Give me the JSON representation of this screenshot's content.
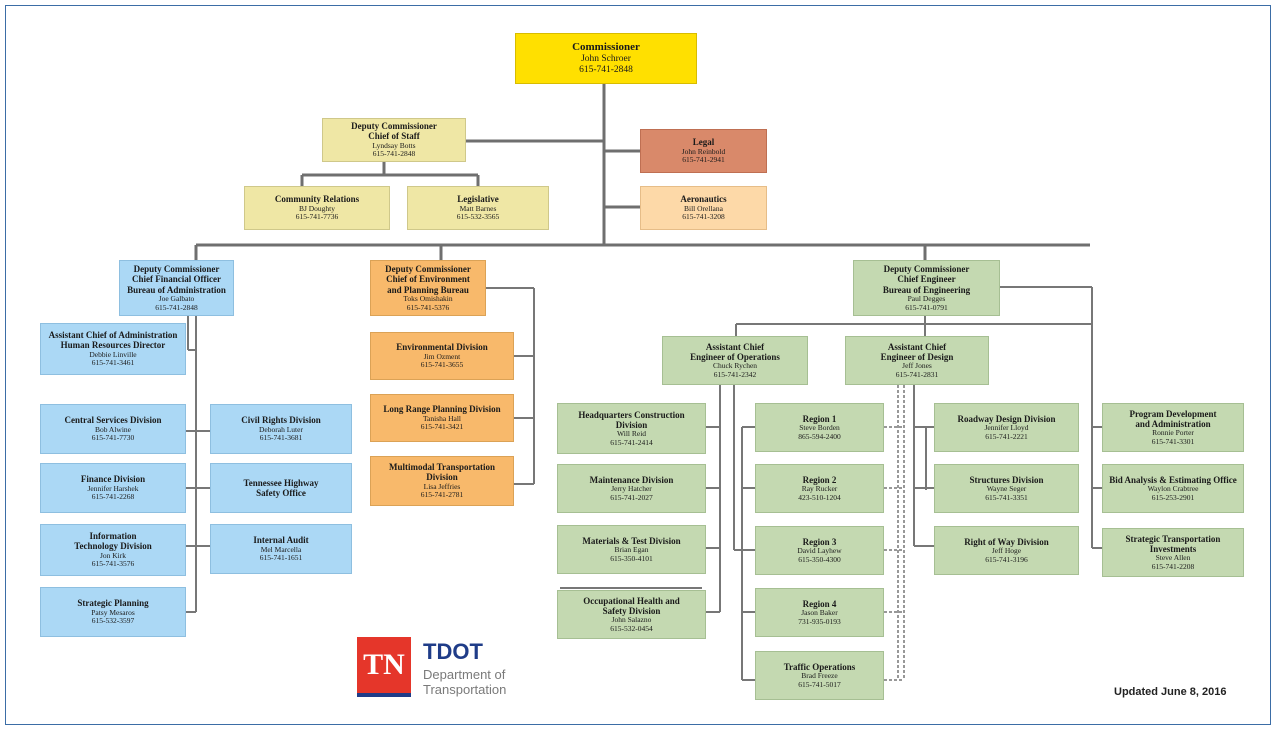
{
  "chart": {
    "updated": "Updated June 8, 2016"
  },
  "logo": {
    "mark": "TN",
    "name": "TDOT",
    "sub1": "Department of",
    "sub2": "Transportation"
  },
  "boxes": {
    "commissioner": {
      "title": "Commissioner",
      "name": "John Schroer",
      "phone": "615-741-2848",
      "color": "#ffe000"
    },
    "dep_chief_staff": {
      "title": "Deputy Commissioner\nChief of Staff",
      "name": "Lyndsay Botts",
      "phone": "615-741-2848"
    },
    "legal": {
      "title": "Legal",
      "name": "John Reinbold",
      "phone": "615-741-2941"
    },
    "aeronautics": {
      "title": "Aeronautics",
      "name": "Bill Orellana",
      "phone": "615-741-3208"
    },
    "community": {
      "title": "Community Relations",
      "name": "BJ Doughty",
      "phone": "615-741-7736"
    },
    "legislative": {
      "title": "Legislative",
      "name": "Matt Barnes",
      "phone": "615-532-3565"
    },
    "dep_admin": {
      "title": "Deputy Commissioner\nChief Financial Officer\nBureau of Administration",
      "name": "Joe Galbato",
      "phone": "615-741-2848"
    },
    "asst_admin": {
      "title": "Assistant Chief of Administration\nHuman Resources Director",
      "name": "Debbie Linville",
      "phone": "615-741-3461"
    },
    "central": {
      "title": "Central Services Division",
      "name": "Bob Alwine",
      "phone": "615-741-7730"
    },
    "civil": {
      "title": "Civil Rights Division",
      "name": "Deborah Luter",
      "phone": "615-741-3681"
    },
    "finance": {
      "title": "Finance Division",
      "name": "Jennifer Harshek",
      "phone": "615-741-2268"
    },
    "highway_safety": {
      "title": "Tennessee Highway\nSafety Office",
      "name": "",
      "phone": ""
    },
    "info_tech": {
      "title": "Information\nTechnology Division",
      "name": "Jon Kirk",
      "phone": "615-741-3576"
    },
    "internal_audit": {
      "title": "Internal Audit",
      "name": "Mel Marcella",
      "phone": "615-741-1651"
    },
    "strategic_planning": {
      "title": "Strategic Planning",
      "name": "Patsy Mesaros",
      "phone": "615-532-3597"
    },
    "dep_env": {
      "title": "Deputy Commissioner\nChief of Environment\nand Planning Bureau",
      "name": "Toks Omishakin",
      "phone": "615-741-5376"
    },
    "env_div": {
      "title": "Environmental Division",
      "name": "Jim Ozment",
      "phone": "615-741-3655"
    },
    "long_range": {
      "title": "Long Range Planning Division",
      "name": "Tanisha Hall",
      "phone": "615-741-3421"
    },
    "multimodal": {
      "title": "Multimodal Transportation\nDivision",
      "name": "Lisa Jeffries",
      "phone": "615-741-2781"
    },
    "dep_eng": {
      "title": "Deputy Commissioner\nChief Engineer\nBureau of Engineering",
      "name": "Paul Degges",
      "phone": "615-741-0791"
    },
    "asst_ops": {
      "title": "Assistant Chief\nEngineer of Operations",
      "name": "Chuck Rychen",
      "phone": "615-741-2342"
    },
    "asst_design": {
      "title": "Assistant Chief\nEngineer of Design",
      "name": "Jeff Jones",
      "phone": "615-741-2831"
    },
    "hq_construction": {
      "title": "Headquarters Construction\nDivision",
      "name": "Will Reid",
      "phone": "615-741-2414"
    },
    "maintenance": {
      "title": "Maintenance Division",
      "name": "Jerry Hatcher",
      "phone": "615-741-2027"
    },
    "materials": {
      "title": "Materials & Test Division",
      "name": "Brian Egan",
      "phone": "615-350-4101"
    },
    "occ_health": {
      "title": "Occupational Health and\nSafety Division",
      "name": "John Salazno",
      "phone": "615-532-0454"
    },
    "region1": {
      "title": "Region 1",
      "name": "Steve Borden",
      "phone": "865-594-2400"
    },
    "region2": {
      "title": "Region 2",
      "name": "Ray Rucker",
      "phone": "423-510-1204"
    },
    "region3": {
      "title": "Region 3",
      "name": "David Layhew",
      "phone": "615-350-4300"
    },
    "region4": {
      "title": "Region 4",
      "name": "Jason Baker",
      "phone": "731-935-0193"
    },
    "traffic_ops": {
      "title": "Traffic Operations",
      "name": "Brad Freeze",
      "phone": "615-741-5017"
    },
    "roadway": {
      "title": "Roadway Design Division",
      "name": "Jennifer Lloyd",
      "phone": "615-741-2221"
    },
    "structures": {
      "title": "Structures Division",
      "name": "Wayne Seger",
      "phone": "615-741-3351"
    },
    "right_of_way": {
      "title": "Right of Way Division",
      "name": "Jeff Hoge",
      "phone": "615-741-3196"
    },
    "program_dev": {
      "title": "Program Development\nand Administration",
      "name": "Ronnie Porter",
      "phone": "615-741-3301"
    },
    "bid_analysis": {
      "title": "Bid Analysis & Estimating Office",
      "name": "Waylon Crabtree",
      "phone": "615-253-2901"
    },
    "strategic_trans": {
      "title": "Strategic Transportation\nInvestments",
      "name": "Steve Allen",
      "phone": "615-741-2208"
    }
  }
}
